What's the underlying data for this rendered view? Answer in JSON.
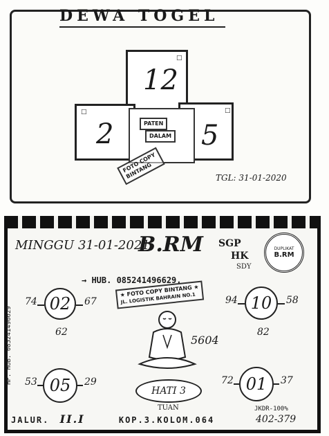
{
  "top_card": {
    "title": "DEWA TOGEL",
    "box_top_number": "12",
    "box_left_number": "2",
    "box_right_number": "5",
    "center_label_1": "PATEN",
    "center_label_2": "DALAM",
    "stamp_text_1": "FOTO COPY",
    "stamp_text_2": "BINTANG",
    "date": "TGL: 31-01-2020"
  },
  "bottom_card": {
    "header_date": "MINGGU 31-01-2021",
    "brand": "B.RM",
    "sgp": "SGP",
    "hk": "HK",
    "sdy": "SDY",
    "seal_text": "DUPLIKAT",
    "seal_center": "B.RM",
    "phone": "→ HUB. 085241496629.",
    "side_phone": "HP. HUB. 085241496629",
    "stamp_text_1": "★ FOTO COPY BINTANG ★",
    "stamp_text_2": "JL. LOGISTIK BAHRAIN NO.1",
    "circle_tl": {
      "num": "02",
      "left": "74",
      "right": "67",
      "below": "62"
    },
    "circle_tr": {
      "num": "10",
      "left": "94",
      "right": "58",
      "below": "82"
    },
    "circle_bl": {
      "num": "05",
      "left": "53",
      "right": "29"
    },
    "circle_br": {
      "num": "01",
      "left": "72",
      "right": "37"
    },
    "handwritten": "5604",
    "monk_caption_1": "HATI 3",
    "monk_caption_2": "TUAN",
    "jkd_label": "JKDR-100%",
    "jkd_numbers": "402-379",
    "footer_jalur_label": "JALUR.",
    "footer_jalur": "II.I",
    "footer_kop": "KOP.3.KOLOM.064"
  }
}
